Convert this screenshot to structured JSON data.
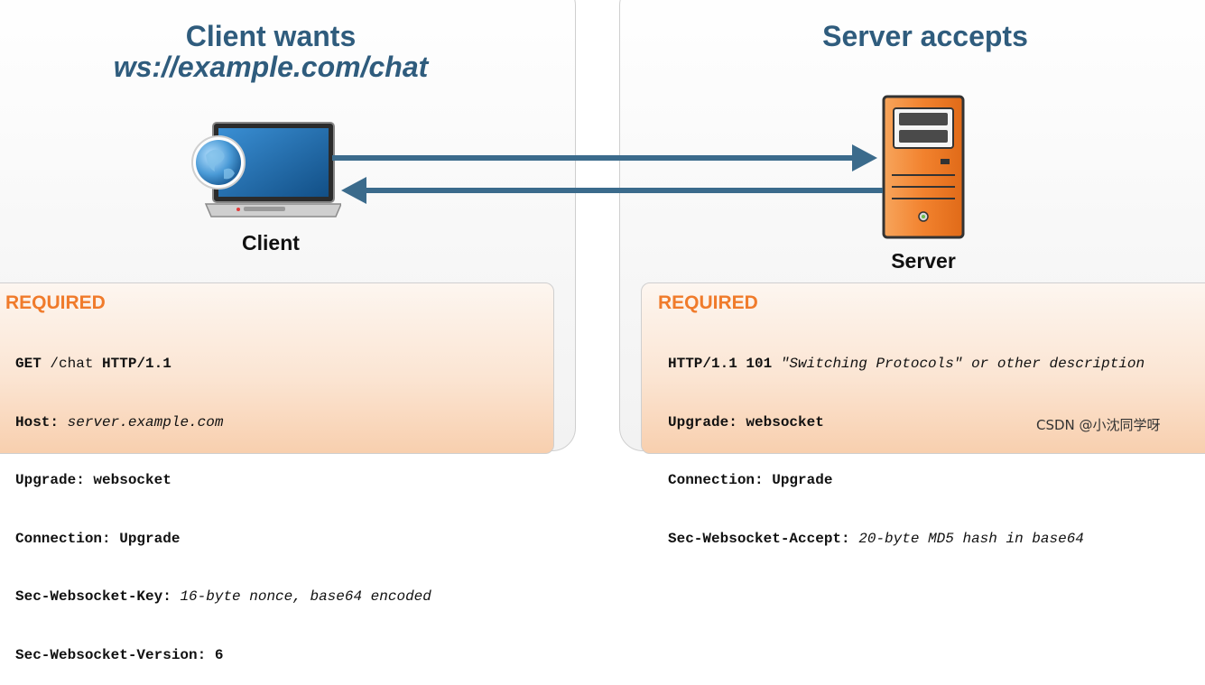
{
  "client": {
    "title": "Client wants",
    "url": "ws://example.com/chat",
    "label": "Client"
  },
  "server": {
    "title": "Server accepts",
    "label": "Server"
  },
  "request": {
    "heading": "REQUIRED",
    "lines": [
      {
        "bold": "GET",
        "normal": " /chat ",
        "bold2": "HTTP/1.1",
        "italic": ""
      },
      {
        "bold": "Host:",
        "normal": " ",
        "bold2": "",
        "italic": "server.example.com"
      },
      {
        "bold": "Upgrade: websocket",
        "normal": "",
        "bold2": "",
        "italic": ""
      },
      {
        "bold": "Connection: Upgrade",
        "normal": "",
        "bold2": "",
        "italic": ""
      },
      {
        "bold": "Sec-Websocket-Key:",
        "normal": " ",
        "bold2": "",
        "italic": "16-byte nonce, base64 encoded"
      },
      {
        "bold": "Sec-Websocket-Version: 6",
        "normal": "",
        "bold2": "",
        "italic": ""
      }
    ]
  },
  "response": {
    "heading": "REQUIRED",
    "lines": [
      {
        "bold": "HTTP/1.1 101",
        "normal": " ",
        "bold2": "",
        "italic": "\"Switching Protocols\" or other description"
      },
      {
        "bold": "Upgrade: websocket",
        "normal": "",
        "bold2": "",
        "italic": ""
      },
      {
        "bold": "Connection: Upgrade",
        "normal": "",
        "bold2": "",
        "italic": ""
      },
      {
        "bold": "Sec-Websocket-Accept:",
        "normal": " ",
        "bold2": "",
        "italic": "20-byte MD5 hash in base64"
      }
    ]
  },
  "watermark": "CSDN @小沈同学呀",
  "colors": {
    "title": "#2f5c7d",
    "arrow": "#3b6b8c",
    "required": "#f07b2b",
    "server_body": "#f2822e",
    "laptop_screen": "#1f6fb0"
  },
  "icons": {
    "client": "laptop-globe-icon",
    "server": "server-tower-icon"
  }
}
